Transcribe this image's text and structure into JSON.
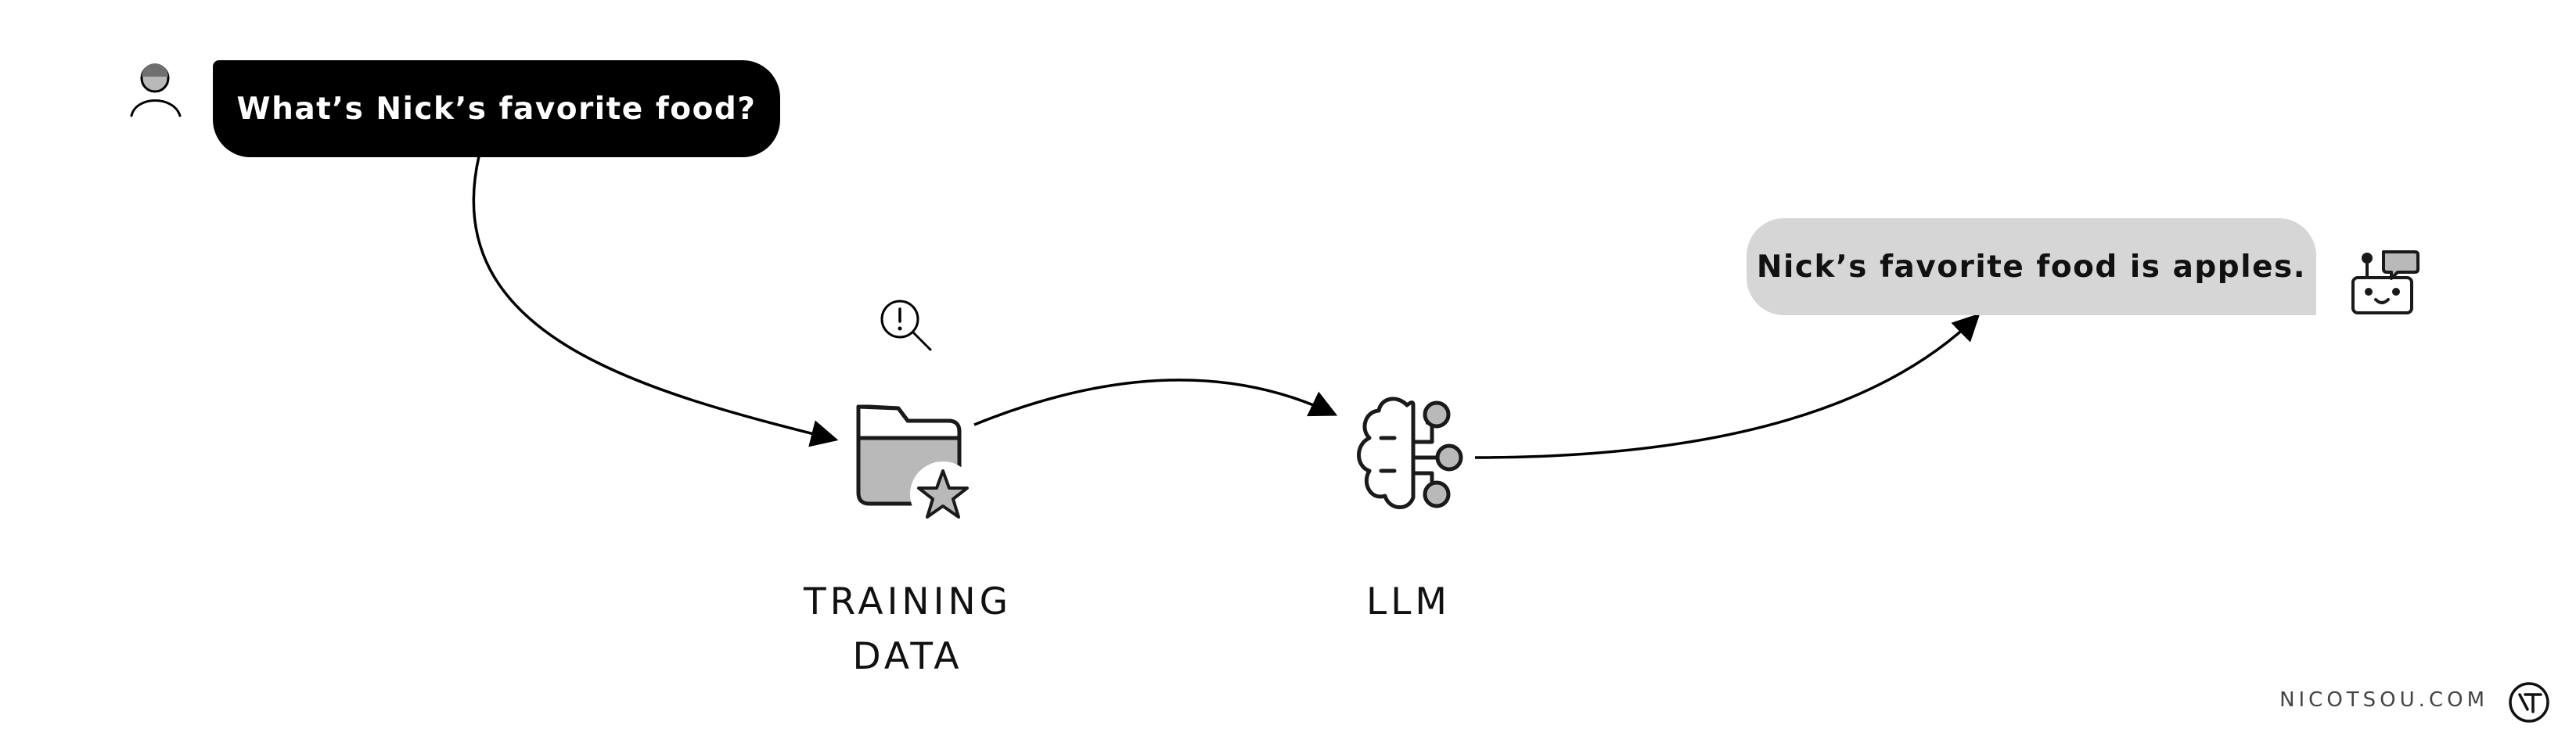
{
  "user_message": "What’s Nick’s favorite food?",
  "assistant_message": "Nick’s favorite food is apples.",
  "nodes": {
    "training_data": [
      "TRAINING",
      "DATA"
    ],
    "llm": "LLM"
  },
  "footer": {
    "site": "NICOTSOU.COM",
    "logo_icon": "nt-logo-icon"
  },
  "icons": {
    "user": "person-icon",
    "search": "search-alert-icon",
    "training_data": "folder-star-icon",
    "llm": "brain-circuit-icon",
    "assistant": "robot-chat-icon"
  },
  "colors": {
    "user_bubble": "#000000",
    "assistant_bubble": "#d6d6d6",
    "icon_fill": "#b9b9b9",
    "stroke": "#000000"
  }
}
